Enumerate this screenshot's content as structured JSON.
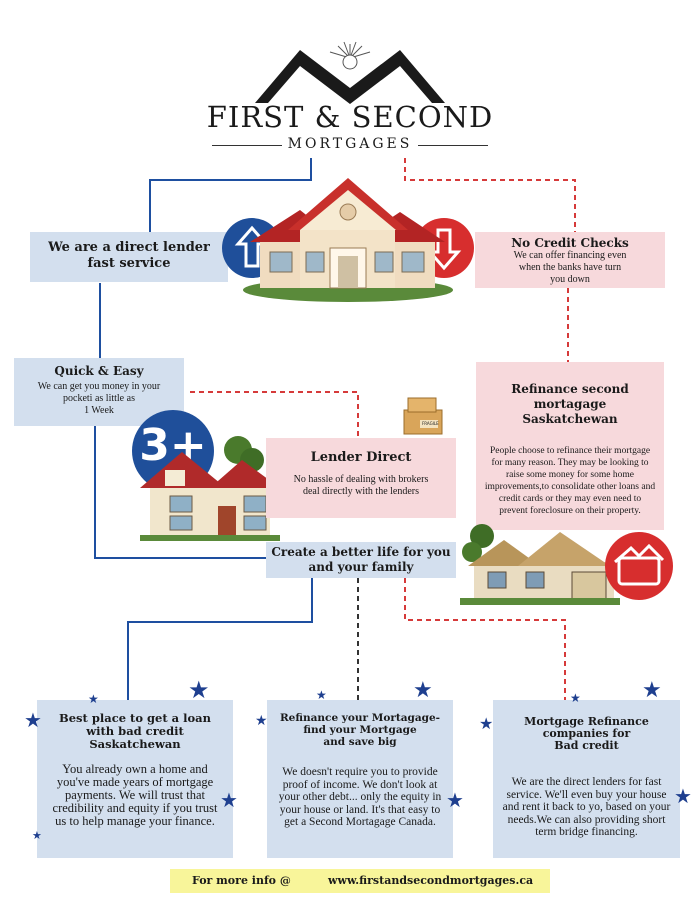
{
  "brand": {
    "name": "FIRST & SECOND",
    "sub": "MORTGAGES"
  },
  "direct": {
    "title": "We are a direct lender\nfast service"
  },
  "nocredit": {
    "title": "No Credit Checks",
    "text": "We can offer financing even\nwhen the banks have turn\nyou down"
  },
  "quick": {
    "title": "Quick & Easy",
    "text": "We can get you money in your\npocketi as little as\n1 Week"
  },
  "lender": {
    "title": "Lender Direct",
    "text": "No hassle of dealing with brokers\ndeal directly with the lenders"
  },
  "badge": {
    "text": "3+"
  },
  "box_label": "FRAGILE",
  "refinance": {
    "title": "Refinance second mortagage\nSaskatchewan",
    "text": "People choose to refinance their mortgage for many reason. They may be looking to raise some money for some home improvements,to consolidate other loans and credit cards or they may even need to prevent foreclosure on their property."
  },
  "better": {
    "title": "Create a better life for you\nand your family"
  },
  "cards": [
    {
      "title": "Best place to get a loan\nwith bad credit\nSaskatchewan",
      "text": "You already own a home and you've made years of mortgage payments. We will trust that credibility and equity if you trust us to help manage your finance."
    },
    {
      "title": "Refinance your Mortagage-\nfind your Mortgage\nand save big",
      "text": "We doesn't require you to provide proof of income. We don't look at your other debt... only the equity in your house or land. It's that easy to get a Second Mortagage Canada."
    },
    {
      "title": "Mortgage Refinance\ncompanies for\nBad credit",
      "text": "We are the direct lenders for fast service. We'll even buy your house and rent it back to yo, based on your needs.We can also providing short term bridge financing."
    }
  ],
  "footer": {
    "label": "For more info @",
    "url": "www.firstandsecondmortgages.ca"
  },
  "colors": {
    "blue_box": "#d3dfee",
    "pink_box": "#f7d9dc",
    "line_blue": "#1e4fa0",
    "line_red": "#d63a3a",
    "star": "#1e3f8f",
    "footer": "#f8f59a"
  }
}
